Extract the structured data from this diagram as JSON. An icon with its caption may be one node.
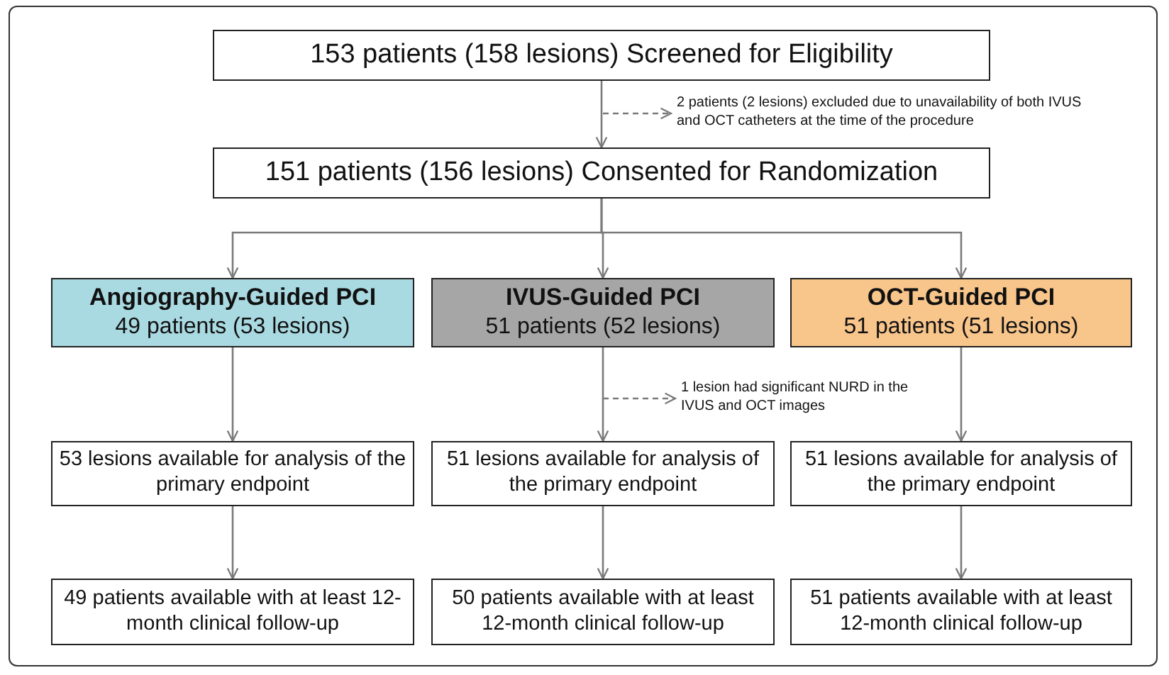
{
  "diagram": {
    "nodes": [
      {
        "text": [
          "153 patients (158 lesions) Screened for Eligibility"
        ]
      },
      {
        "text": [
          "2 patients (2 lesions) excluded due to unavailability of both IVUS and OCT catheters at the time of the procedure"
        ]
      },
      {
        "text": [
          "151 patients (156 lesions) Consented for Randomization"
        ]
      },
      {
        "text": [
          "Angiography-Guided PCI",
          "49 patients (53 lesions)"
        ]
      },
      {
        "text": [
          "IVUS-Guided PCI",
          "51 patients (52 lesions)"
        ]
      },
      {
        "text": [
          "OCT-Guided PCI",
          "51 patients (51 lesions)"
        ]
      },
      {
        "text": [
          "1 lesion had significant NURD in the IVUS and OCT images"
        ]
      },
      {
        "text": [
          "53 lesions available for analysis of the primary endpoint"
        ]
      },
      {
        "text": [
          "51 lesions available for analysis of the primary endpoint"
        ]
      },
      {
        "text": [
          "51 lesions available for analysis of the primary endpoint"
        ]
      },
      {
        "text": [
          "49 patients available with at least 12-month clinical follow-up"
        ]
      },
      {
        "text": [
          "50 patients available with at least 12-month clinical follow-up"
        ]
      },
      {
        "text": [
          "51 patients available with at least 12-month clinical follow-up"
        ]
      }
    ],
    "edges": [
      {
        "from": 0,
        "to": 2,
        "arrow": "to"
      },
      {
        "from": null,
        "to": 1,
        "arrow": "to",
        "style": "dashed"
      },
      {
        "from": 2,
        "to": 3,
        "arrow": "to"
      },
      {
        "from": 2,
        "to": 4,
        "arrow": "to"
      },
      {
        "from": 2,
        "to": 5,
        "arrow": "to"
      },
      {
        "from": 3,
        "to": 7,
        "arrow": "to"
      },
      {
        "from": 4,
        "to": 8,
        "arrow": "to"
      },
      {
        "from": null,
        "to": 6,
        "arrow": "to",
        "style": "dashed"
      },
      {
        "from": 5,
        "to": 9,
        "arrow": "to"
      },
      {
        "from": 7,
        "to": 10,
        "arrow": "to"
      },
      {
        "from": 8,
        "to": 11,
        "arrow": "to"
      },
      {
        "from": 9,
        "to": 12,
        "arrow": "to"
      }
    ]
  }
}
